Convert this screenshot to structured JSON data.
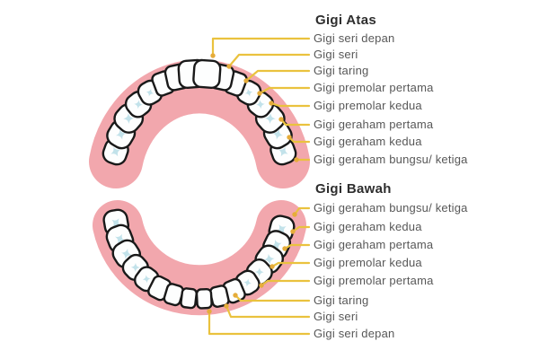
{
  "upper": {
    "heading": "Gigi Atas",
    "labels": [
      "Gigi seri depan",
      "Gigi seri",
      "Gigi taring",
      "Gigi premolar pertama",
      "Gigi premolar kedua",
      "Gigi geraham pertama",
      "Gigi geraham kedua",
      "Gigi geraham bungsu/ ketiga"
    ]
  },
  "lower": {
    "heading": "Gigi Bawah",
    "labels": [
      "Gigi geraham bungsu/ ketiga",
      "Gigi geraham kedua",
      "Gigi geraham pertama",
      "Gigi premolar kedua",
      "Gigi premolar pertama",
      "Gigi taring",
      "Gigi seri",
      "Gigi seri depan"
    ]
  },
  "colors": {
    "background": "#FFFFFF",
    "gum": "#F2A7AD",
    "tooth_fill": "#FDFEFE",
    "tooth_outline": "#191919",
    "molar_mark": "#C2E2EA",
    "leader_line": "#EAC23E",
    "leader_dot": "#E5AC3A",
    "label_text": "#585858",
    "heading_text": "#2E2E2E"
  }
}
